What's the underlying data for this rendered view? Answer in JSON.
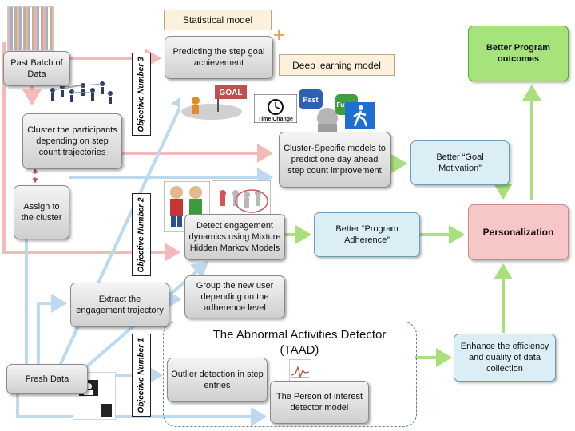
{
  "labels": {
    "statistical_model": "Statistical model",
    "deep_learning_model": "Deep learning model",
    "plus_sign": "+"
  },
  "boxes": {
    "past_batch": "Past Batch of Data",
    "cluster_participants": "Cluster the participants depending on step count trajectories",
    "assign_cluster": "Assign to the cluster",
    "fresh_data": "Fresh Data",
    "predict_step_goal": "Predicting the step goal achievement",
    "cluster_specific_models": "Cluster-Specific models to predict one day ahead step count improvement",
    "detect_engagement": "Detect engagement dynamics using Mixture Hidden Markov Models",
    "group_new_user": "Group the new user depending on the adherence level",
    "extract_engagement": "Extract the engagement trajectory",
    "outlier_detection": "Outlier detection in step entries",
    "person_of_interest": "The Person of interest detector model",
    "better_goal_motivation": "Better “Goal Motivation”",
    "better_program_adherence": "Better “Program Adherence”",
    "enhance_efficiency": "Enhance the efficiency and quality of data collection",
    "personalization": "Personalization",
    "better_program_outcomes": "Better Program outcomes"
  },
  "objectives": {
    "obj3": "Objective Number 3",
    "obj2": "Objective Number 2",
    "obj1": "Objective Number 1"
  },
  "taad": {
    "title_line1": "The Abnormal Activities Detector",
    "title_line2": "(TAAD)"
  },
  "images": {
    "goal_sign_text": "GOAL",
    "time_change_text": "Time Change",
    "past_text": "Past",
    "future_text": "Future"
  },
  "colors": {
    "gray_box": "#d9d9d9",
    "blue_box": "#dbeef6",
    "green_box": "#a6e37a",
    "pink_box": "#f7c6c6",
    "tan_label": "#fdf1dc",
    "pink_arrow": "#f4b9b9",
    "blue_arrow": "#bcd9ef",
    "green_arrow": "#a9df7c"
  },
  "icons": [
    "crowd-photo-icon",
    "people-network-icon",
    "goal-figure-icon",
    "time-change-icon",
    "past-future-thinker-icon",
    "walking-sign-icon",
    "two-cartoon-people-icon",
    "red-figures-group-icon",
    "pulse-chart-icon",
    "user-monitor-icon"
  ]
}
